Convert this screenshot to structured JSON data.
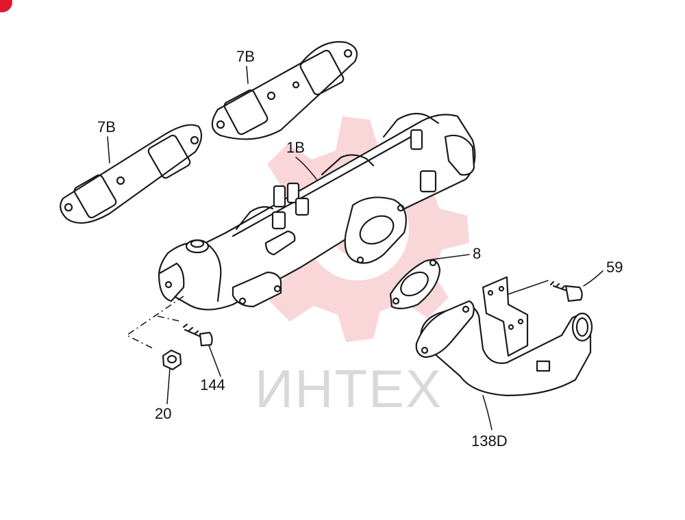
{
  "callouts": {
    "gasket_upper": "7B",
    "gasket_lower": "7B",
    "manifold": "1B",
    "flange_gasket": "8",
    "bolt_bracket": "59",
    "bolt_lower": "144",
    "nut": "20",
    "pipe": "138D"
  },
  "watermark": {
    "text": "ИНТЕХ",
    "color": "#e5484d"
  },
  "corner_badge": {
    "color": "#e0182d"
  }
}
